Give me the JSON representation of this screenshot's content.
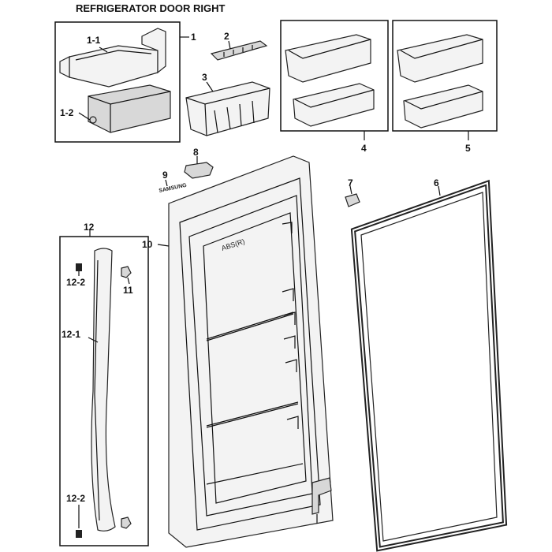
{
  "title": "REFRIGERATOR DOOR RIGHT",
  "labels": {
    "p1": "1",
    "p1_1": "1-1",
    "p1_2": "1-2",
    "p2": "2",
    "p3": "3",
    "p4": "4",
    "p5": "5",
    "p6": "6",
    "p7": "7",
    "p8": "8",
    "p9": "9",
    "p10": "10",
    "p11": "11",
    "p12": "12",
    "p12_1": "12-1",
    "p12_2_top": "12-2",
    "p12_2_bottom": "12-2"
  },
  "embossed": {
    "abs": "ABS(R)",
    "decal": "SAMSUNG"
  }
}
